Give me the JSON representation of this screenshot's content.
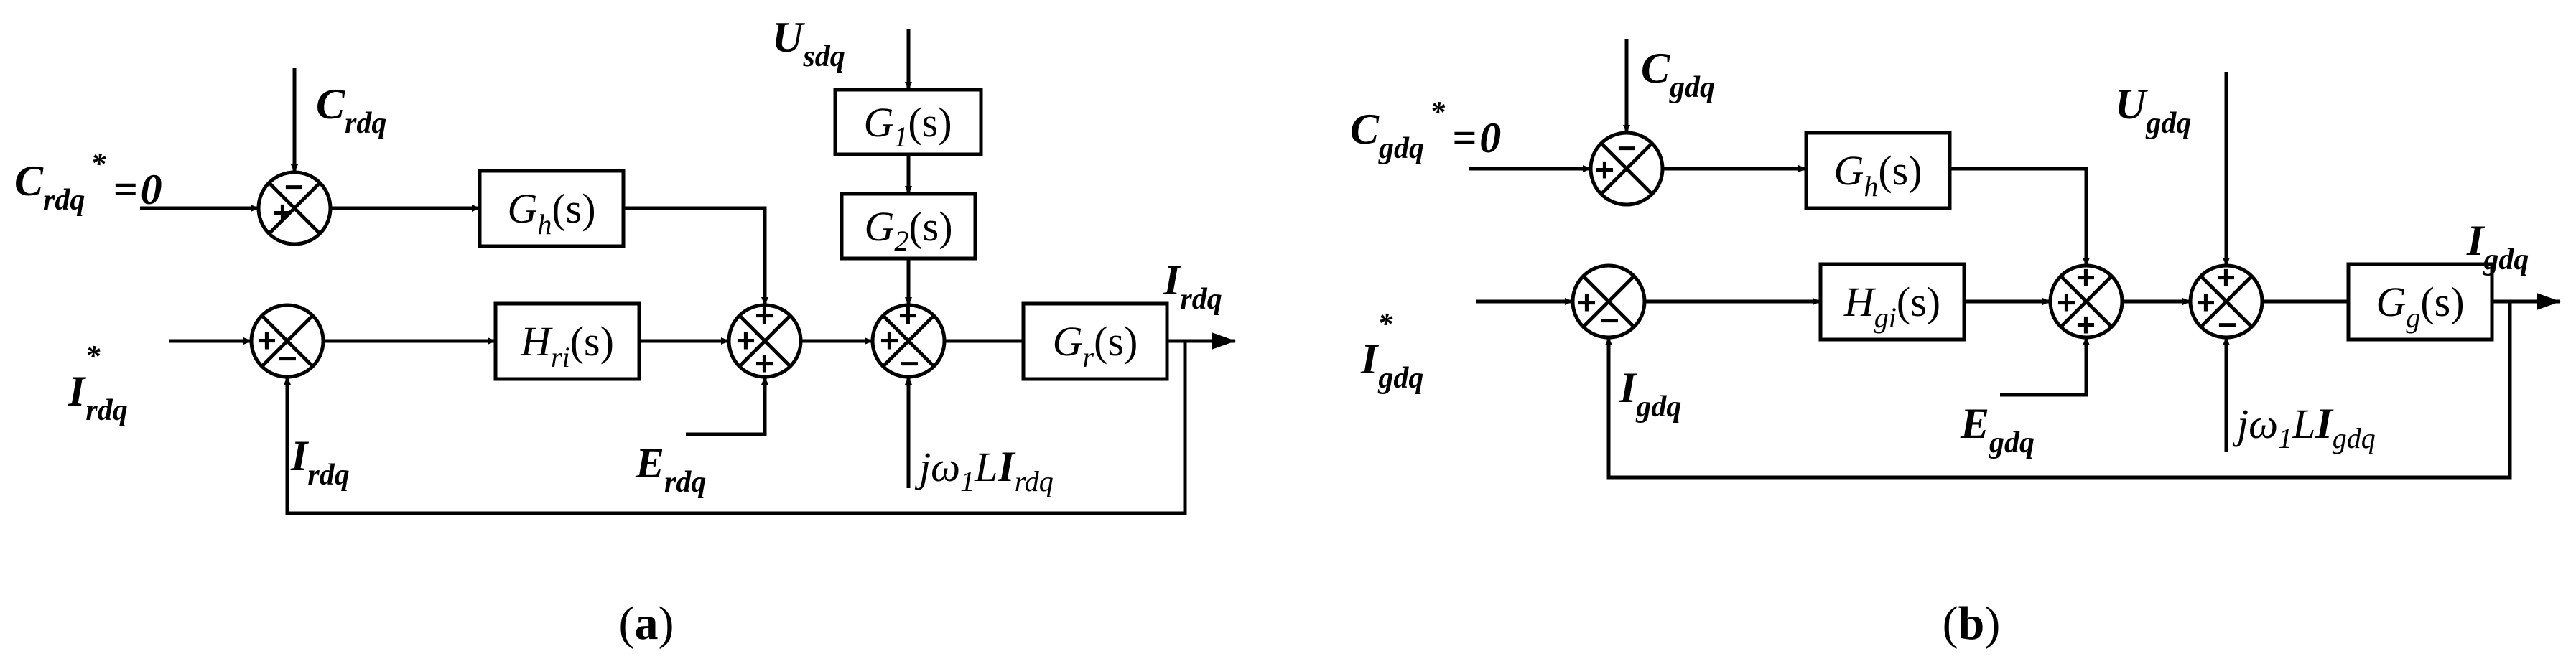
{
  "panel_a": {
    "caption": {
      "open": "(",
      "letter": "a",
      "close": ")"
    },
    "c_ref": {
      "main": "C",
      "sub": "rdq",
      "sup": "*",
      "eq": "=",
      "val": "0"
    },
    "c_fb": {
      "main": "C",
      "sub": "rdq"
    },
    "i_ref": {
      "main": "I",
      "sup": "*",
      "sub": "rdq"
    },
    "i_fb": {
      "main": "I",
      "sub": "rdq"
    },
    "i_out": {
      "main": "I",
      "sub": "rdq"
    },
    "u": {
      "main": "U",
      "sub": "sdq"
    },
    "e": {
      "main": "E",
      "sub": "rdq"
    },
    "coupling": {
      "j": "j",
      "omega": "ω",
      "one": "1",
      "L": "L",
      "I": "I",
      "sub": "rdq"
    },
    "blocks": {
      "gh": {
        "name": "G",
        "sub": "h",
        "arg": "(s)"
      },
      "hri": {
        "name": "H",
        "sub": "ri",
        "arg": "(s)"
      },
      "g1": {
        "name": "G",
        "sub": "1",
        "arg": "(s)"
      },
      "g2": {
        "name": "G",
        "sub": "2",
        "arg": "(s)"
      },
      "gr": {
        "name": "G",
        "sub": "r",
        "arg": "(s)"
      }
    },
    "signs": {
      "plus": "+",
      "minus": "−"
    }
  },
  "panel_b": {
    "caption": {
      "open": "(",
      "letter": "b",
      "close": ")"
    },
    "c_ref": {
      "main": "C",
      "sub": "gdq",
      "sup": "*",
      "eq": "=",
      "val": "0"
    },
    "c_fb": {
      "main": "C",
      "sub": "gdq"
    },
    "i_ref": {
      "main": "I",
      "sup": "*",
      "sub": "gdq"
    },
    "i_fb": {
      "main": "I",
      "sub": "gdq"
    },
    "i_out": {
      "main": "I",
      "sub": "gdq"
    },
    "u": {
      "main": "U",
      "sub": "gdq"
    },
    "e": {
      "main": "E",
      "sub": "gdq"
    },
    "coupling": {
      "j": "j",
      "omega": "ω",
      "one": "1",
      "L": "L",
      "I": "I",
      "sub": "gdq"
    },
    "blocks": {
      "gh": {
        "name": "G",
        "sub": "h",
        "arg": "(s)"
      },
      "hgi": {
        "name": "H",
        "sub": "gi",
        "arg": "(s)"
      },
      "gg": {
        "name": "G",
        "sub": "g",
        "arg": "(s)"
      }
    },
    "signs": {
      "plus": "+",
      "minus": "−"
    }
  }
}
